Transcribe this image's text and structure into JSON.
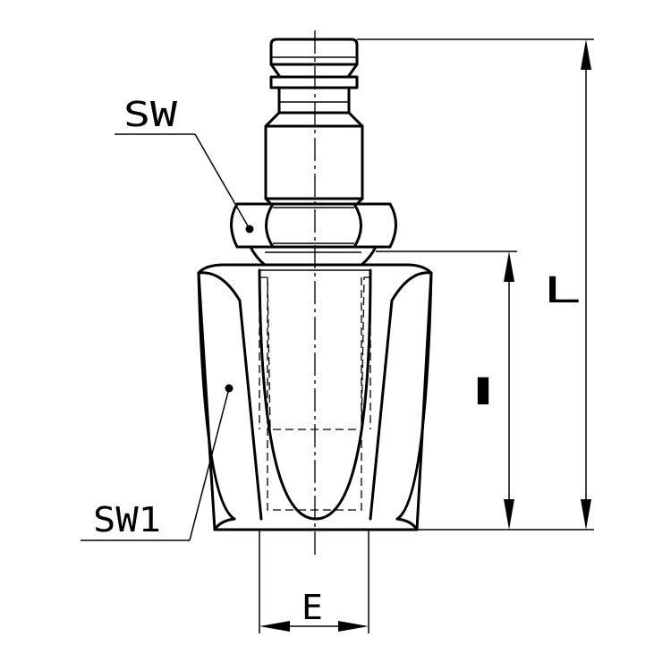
{
  "labels": {
    "sw": "SW",
    "sw1": "SW1",
    "l_upper": "L",
    "l_lower": "l",
    "e": "E"
  },
  "colors": {
    "line": "#000000",
    "background": "#ffffff"
  }
}
